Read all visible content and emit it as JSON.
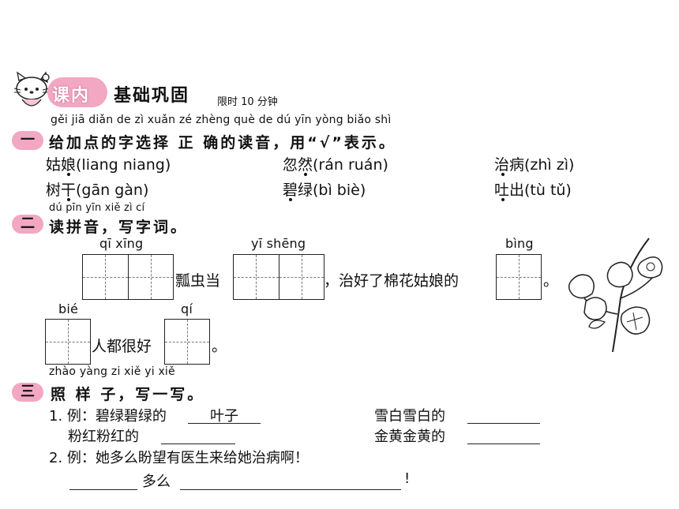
{
  "header": {
    "badge": "课内",
    "title": "基础巩固",
    "time_limit": "限时 10 分钟"
  },
  "section1": {
    "number": "一",
    "pinyin_line": "gěi jiā diǎn de  zì  xuǎn zé  zhèng què de  dú  yīn    yòng              biǎo shì",
    "instruction": "给加点的字选择 正 确的读音，用“√”表示。",
    "items": [
      "姑娘(liang   niang)",
      "忽然(rán   ruán)",
      "治病(zhì   zì)",
      "树干(gān   gàn)",
      "碧绿(bì   biè)",
      "吐出(tù   tǔ)"
    ]
  },
  "section2": {
    "number": "二",
    "pinyin_line": "dú pīn yīn    xiě zì  cí",
    "instruction": "读拼音，写字词。",
    "row1": {
      "py1": "qī    xīng",
      "text1": "瓢虫当",
      "py2": "yī    shēng",
      "text2": "，治好了棉花姑娘的",
      "py3": "bìng",
      "end": "。"
    },
    "row2": {
      "py1": "bié",
      "text1": "人都很好",
      "py2": "qí",
      "end": "。"
    }
  },
  "section3": {
    "number": "三",
    "pinyin_line": "zhào yàng  zi       xiě  yi  xiě",
    "instruction": "照 样 子，写一写。",
    "q1_label": "1. 例：碧绿碧绿的",
    "q1_answer": "叶子",
    "q1_b": "雪白雪白的",
    "q1_c": "粉红粉红的",
    "q1_d": "金黄金黄的",
    "q2_label": "2. 例：她多么盼望有医生来给她治病啊！",
    "q2_mid": "多么",
    "q2_end": "!"
  }
}
